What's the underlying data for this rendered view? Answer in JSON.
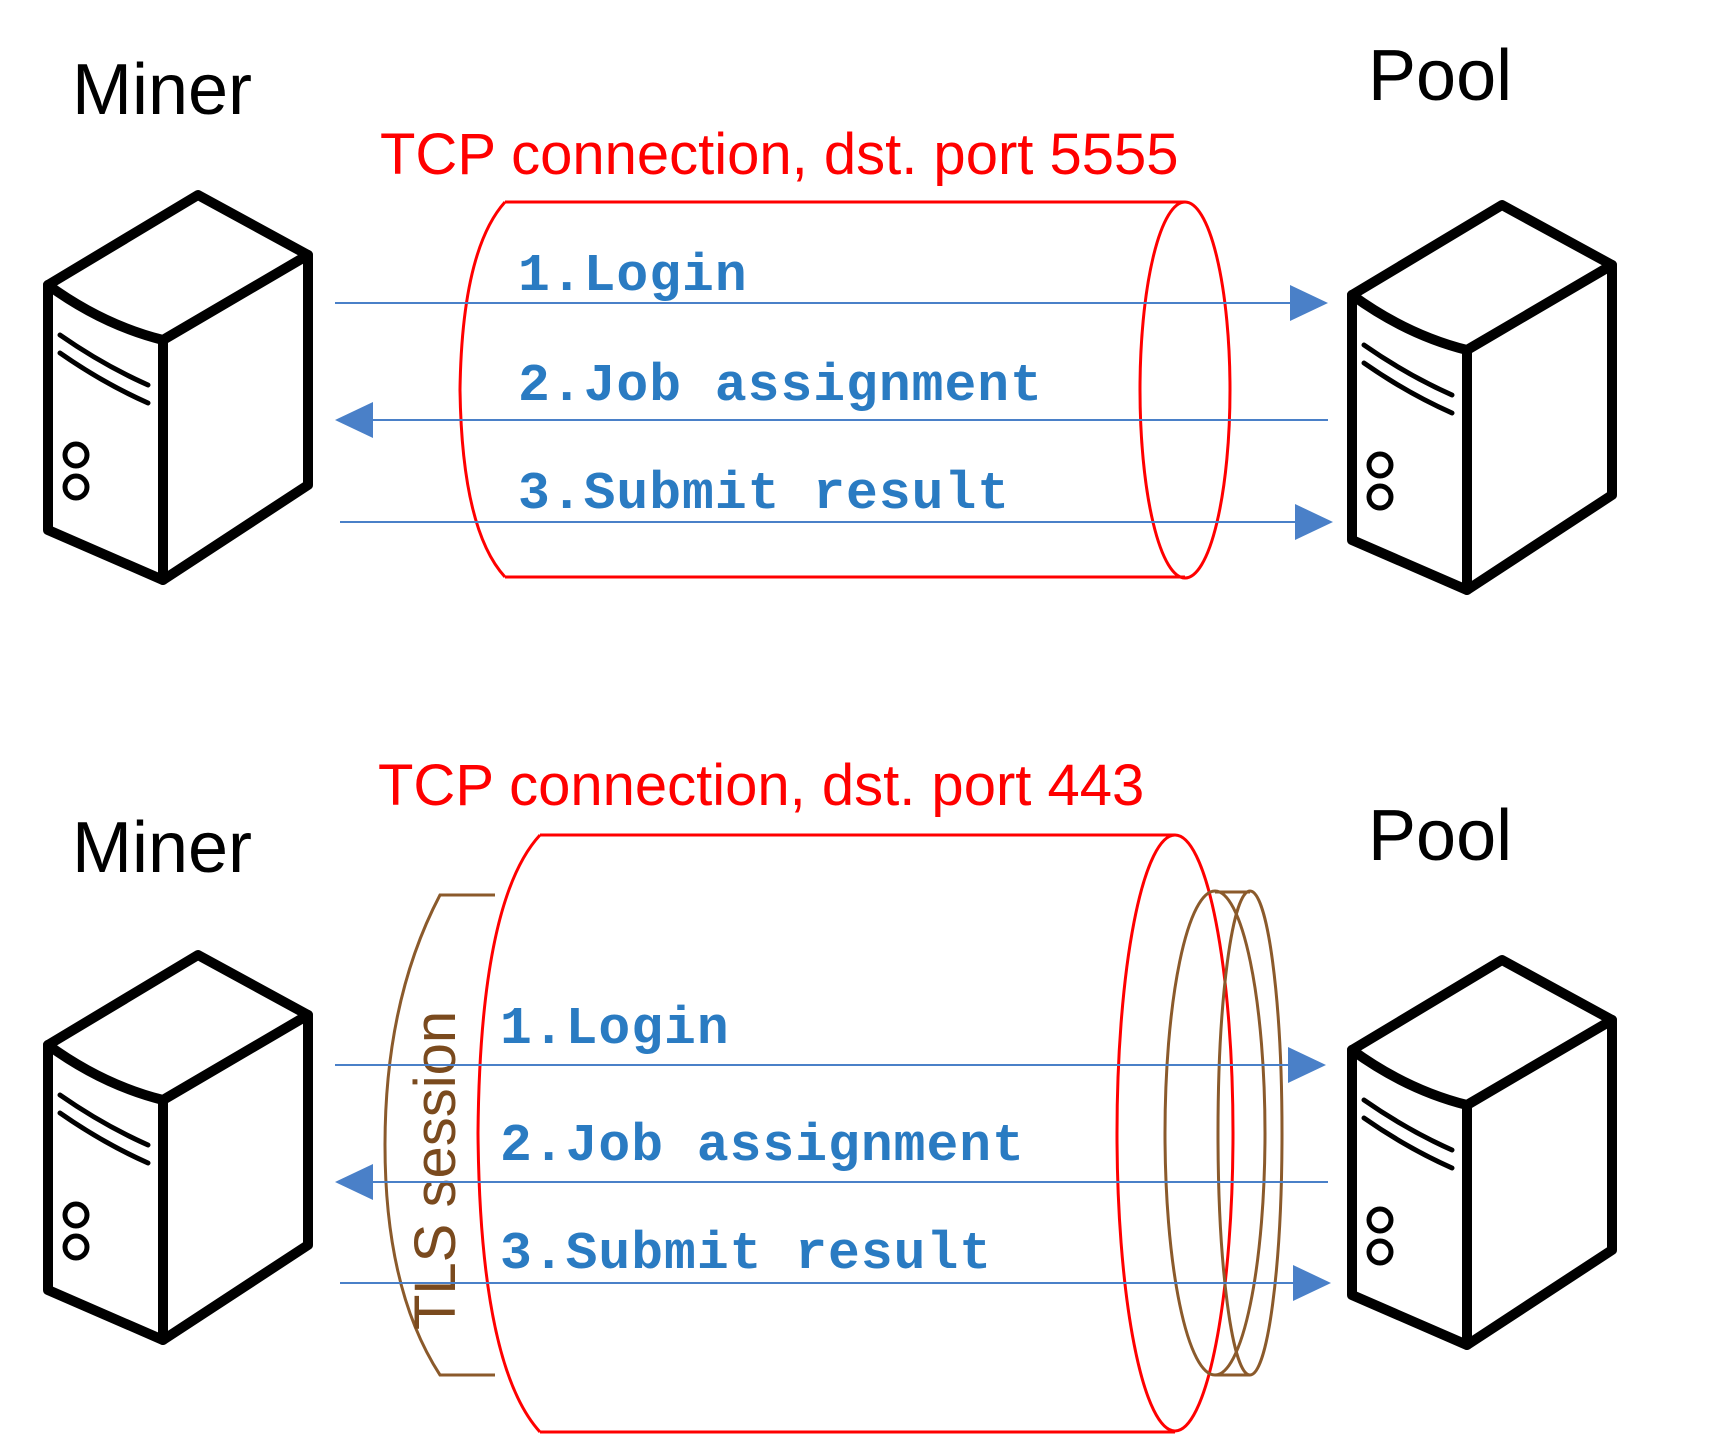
{
  "top": {
    "miner_label": "Miner",
    "pool_label": "Pool",
    "tcp_label": "TCP connection, dst. port 5555",
    "messages": [
      "1.Login",
      "2.Job assignment",
      "3.Submit result"
    ]
  },
  "bottom": {
    "miner_label": "Miner",
    "pool_label": "Pool",
    "tcp_label": "TCP connection, dst. port 443",
    "tls_label": "TLS session",
    "messages": [
      "1.Login",
      "2.Job assignment",
      "3.Submit result"
    ]
  },
  "colors": {
    "tcp": "#ff0000",
    "tls": "#8b5a2b",
    "message_text": "#2a7bc2",
    "arrow": "#4a80c8"
  },
  "icons": [
    "server-icon"
  ]
}
